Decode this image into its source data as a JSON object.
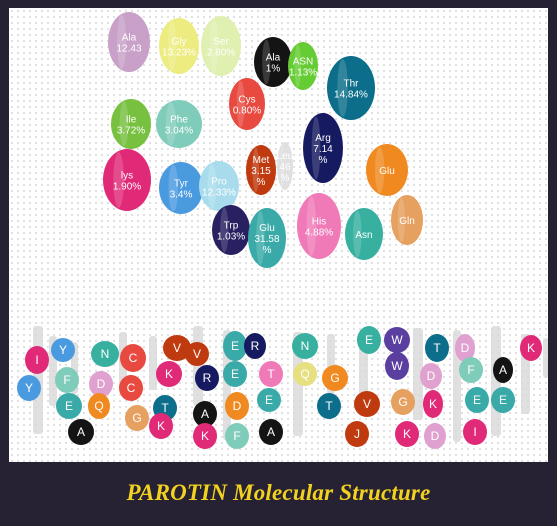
{
  "caption": "PAROTIN Molecular Structure",
  "residues": [
    {
      "id": "ala",
      "lines": [
        "Ala",
        "12.43"
      ],
      "color": "#c8a0c8"
    },
    {
      "id": "gly",
      "lines": [
        "Gly",
        "13.23%"
      ],
      "color": "#ecec80"
    },
    {
      "id": "ser",
      "lines": [
        "Ser",
        "2.80%"
      ],
      "color": "#dff0b0"
    },
    {
      "id": "ala2",
      "lines": [
        "Ala",
        "1%"
      ],
      "color": "#141414"
    },
    {
      "id": "asn",
      "lines": [
        "ASN",
        "1.13%"
      ],
      "color": "#66cc33"
    },
    {
      "id": "thr",
      "lines": [
        "Thr",
        "14.84%"
      ],
      "color": "#0c6e8a"
    },
    {
      "id": "cys",
      "lines": [
        "Cys",
        "0.80%"
      ],
      "color": "#e84a40"
    },
    {
      "id": "ile",
      "lines": [
        "Ile",
        "3.72%"
      ],
      "color": "#78c040"
    },
    {
      "id": "phe",
      "lines": [
        "Phe",
        "3.04%"
      ],
      "color": "#80ccbb"
    },
    {
      "id": "arg",
      "lines": [
        "Arg",
        "7.14",
        "%"
      ],
      "color": "#161a60"
    },
    {
      "id": "met",
      "lines": [
        "Met",
        "3.15",
        "%"
      ],
      "color": "#c03a10"
    },
    {
      "id": "leu",
      "lines": [
        "Leu",
        "46",
        "%"
      ],
      "color": "#e0e0e0"
    },
    {
      "id": "glu",
      "lines": [
        "Glu"
      ],
      "color": "#f08a20"
    },
    {
      "id": "lys",
      "lines": [
        "lys",
        "1.90%"
      ],
      "color": "#e02a78"
    },
    {
      "id": "tyr",
      "lines": [
        "Tyr",
        "3.4%"
      ],
      "color": "#4a9ae0"
    },
    {
      "id": "pro",
      "lines": [
        "Pro",
        "12.33%"
      ],
      "color": "#a8dcec"
    },
    {
      "id": "trp",
      "lines": [
        "Trp",
        "1.03%"
      ],
      "color": "#282060"
    },
    {
      "id": "gln",
      "lines": [
        "Glu",
        "31.58",
        "%"
      ],
      "color": "#3aaaa8"
    },
    {
      "id": "his",
      "lines": [
        "His",
        "4.88%"
      ],
      "color": "#f07ab8"
    },
    {
      "id": "asp",
      "lines": [
        "Asn"
      ],
      "color": "#38b0a0"
    },
    {
      "id": "glx",
      "lines": [
        "Gln"
      ],
      "color": "#e6a060"
    }
  ],
  "letters": [
    {
      "ch": "I",
      "color": "#e02a78"
    },
    {
      "ch": "Y",
      "color": "#4a9ae0"
    },
    {
      "ch": "N",
      "color": "#38b0a0"
    },
    {
      "ch": "C",
      "color": "#e84a40"
    },
    {
      "ch": "V",
      "color": "#c03a10"
    },
    {
      "ch": "V",
      "color": "#c03a10"
    },
    {
      "ch": "E",
      "color": "#3aaaa8"
    },
    {
      "ch": "R",
      "color": "#161a60"
    },
    {
      "ch": "N",
      "color": "#38b0a0"
    },
    {
      "ch": "E",
      "color": "#38b0a0"
    },
    {
      "ch": "W",
      "color": "#5a3ea0"
    },
    {
      "ch": "T",
      "color": "#0c6e8a"
    },
    {
      "ch": "D",
      "color": "#e0a0d0"
    },
    {
      "ch": "K",
      "color": "#e02a78"
    },
    {
      "ch": "Y",
      "color": "#4a9ae0"
    },
    {
      "ch": "F",
      "color": "#80ccbb"
    },
    {
      "ch": "D",
      "color": "#e0a0d0"
    },
    {
      "ch": "C",
      "color": "#e84a40"
    },
    {
      "ch": "K",
      "color": "#e02a78"
    },
    {
      "ch": "R",
      "color": "#161a60"
    },
    {
      "ch": "E",
      "color": "#3aaaa8"
    },
    {
      "ch": "T",
      "color": "#f07ab8"
    },
    {
      "ch": "Q",
      "color": "#e6e080"
    },
    {
      "ch": "G",
      "color": "#f08a20"
    },
    {
      "ch": "W",
      "color": "#5a3ea0"
    },
    {
      "ch": "D",
      "color": "#e0a0d0"
    },
    {
      "ch": "F",
      "color": "#80ccbb"
    },
    {
      "ch": "A",
      "color": "#141414"
    },
    {
      "ch": "E",
      "color": "#3aaaa8"
    },
    {
      "ch": "Q",
      "color": "#f08a20"
    },
    {
      "ch": "G",
      "color": "#e6a060"
    },
    {
      "ch": "T",
      "color": "#0c6e8a"
    },
    {
      "ch": "A",
      "color": "#141414"
    },
    {
      "ch": "D",
      "color": "#f08a20"
    },
    {
      "ch": "E",
      "color": "#3aaaa8"
    },
    {
      "ch": "T",
      "color": "#0c6e8a"
    },
    {
      "ch": "V",
      "color": "#c03a10"
    },
    {
      "ch": "G",
      "color": "#e6a060"
    },
    {
      "ch": "K",
      "color": "#e02a78"
    },
    {
      "ch": "E",
      "color": "#3aaaa8"
    },
    {
      "ch": "E",
      "color": "#3aaaa8"
    },
    {
      "ch": "A",
      "color": "#141414"
    },
    {
      "ch": "K",
      "color": "#e02a78"
    },
    {
      "ch": "K",
      "color": "#e02a78"
    },
    {
      "ch": "F",
      "color": "#80ccbb"
    },
    {
      "ch": "A",
      "color": "#141414"
    },
    {
      "ch": "J",
      "color": "#c03a10"
    },
    {
      "ch": "K",
      "color": "#e02a78"
    },
    {
      "ch": "D",
      "color": "#e0a0d0"
    },
    {
      "ch": "I",
      "color": "#e02a78"
    }
  ]
}
